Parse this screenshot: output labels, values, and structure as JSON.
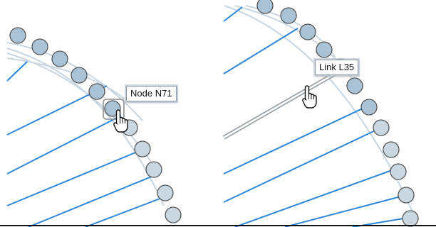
{
  "tooltips": {
    "node": "Node N71",
    "link": "Link L35"
  },
  "colors": {
    "link": "#2f86d6",
    "node_fill": "#a9c2d6",
    "node_fill_light": "#c9d7e1",
    "node_stroke": "#555555",
    "arc": "#c8d6e1",
    "highlight_link": "#cfd5da",
    "cursor": "#111111"
  },
  "icons": {
    "cursor": "hand-pointer-icon"
  },
  "panels": [
    {
      "name": "node-hover-view",
      "hovered": "node"
    },
    {
      "name": "link-hover-view",
      "hovered": "link"
    }
  ]
}
